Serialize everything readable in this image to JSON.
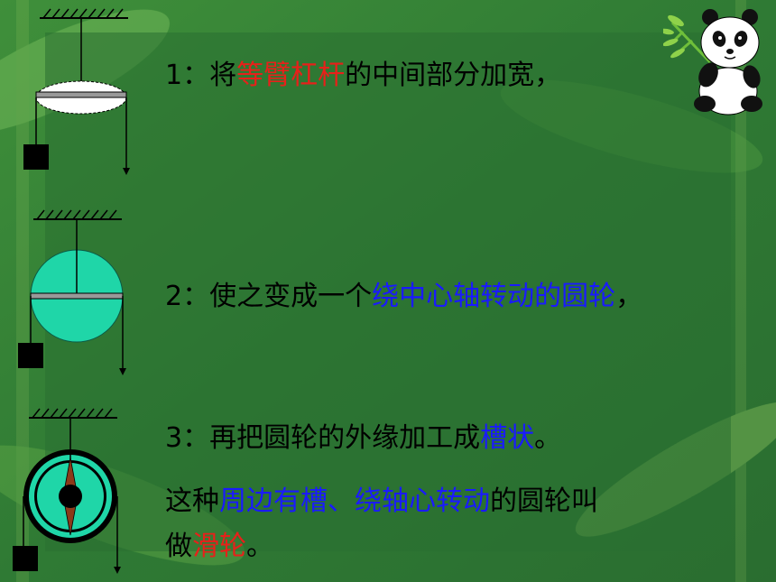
{
  "lines": [
    {
      "parts": [
        {
          "t": "1：将",
          "c": "black"
        },
        {
          "t": "等臂杠杆",
          "c": "red"
        },
        {
          "t": "的中间部分加宽，",
          "c": "black"
        }
      ]
    },
    {
      "parts": [
        {
          "t": "2：使之变成一个",
          "c": "black"
        },
        {
          "t": "绕中心轴转动的圆轮",
          "c": "blue"
        },
        {
          "t": "，",
          "c": "black"
        }
      ]
    },
    {
      "parts": [
        {
          "t": "3：再把圆轮的外缘加工成",
          "c": "black"
        },
        {
          "t": "槽状",
          "c": "blue"
        },
        {
          "t": "。",
          "c": "black"
        }
      ]
    },
    {
      "parts": [
        {
          "t": "这种",
          "c": "black"
        },
        {
          "t": "周边有槽、绕轴心转动",
          "c": "blue"
        },
        {
          "t": "的圆轮叫",
          "c": "black"
        }
      ]
    },
    {
      "parts": [
        {
          "t": "做",
          "c": "black"
        },
        {
          "t": "滑轮",
          "c": "red"
        },
        {
          "t": "。",
          "c": "black"
        }
      ]
    }
  ],
  "colors": {
    "bg": "#2e7a35",
    "wheel": "#1fd6a8",
    "red": "#e8201a",
    "blue": "#1a1aff"
  }
}
